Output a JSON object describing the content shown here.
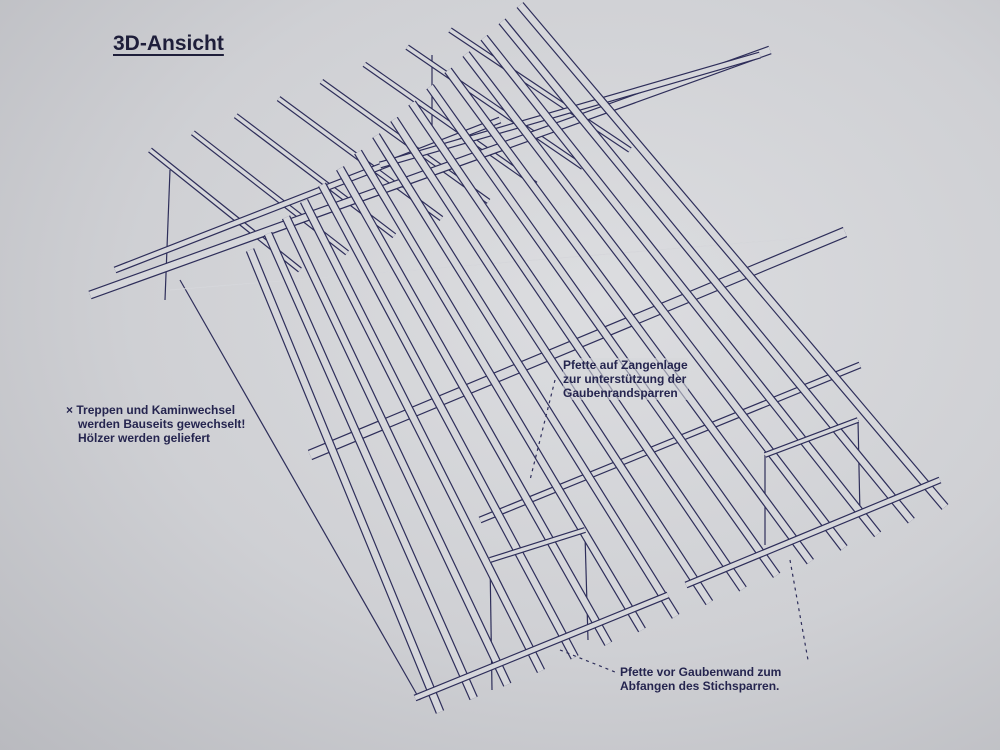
{
  "title": "3D-Ansicht",
  "notes": {
    "stairs": {
      "marker": "×",
      "lines": [
        "Treppen und Kaminwechsel",
        "werden Bauseits gewechselt!",
        "Hölzer werden geliefert"
      ]
    },
    "purlin_tie": {
      "lines": [
        "Pfette auf Zangenlage",
        "zur unterstützung der",
        "Gaubenrandsparren"
      ]
    },
    "purlin_wall": {
      "lines": [
        "Pfette vor Gaubenwand zum",
        "Abfangen des Stichsparren."
      ]
    }
  },
  "colors": {
    "ink": "#2e2e5a",
    "paper": "#d6d7db"
  }
}
